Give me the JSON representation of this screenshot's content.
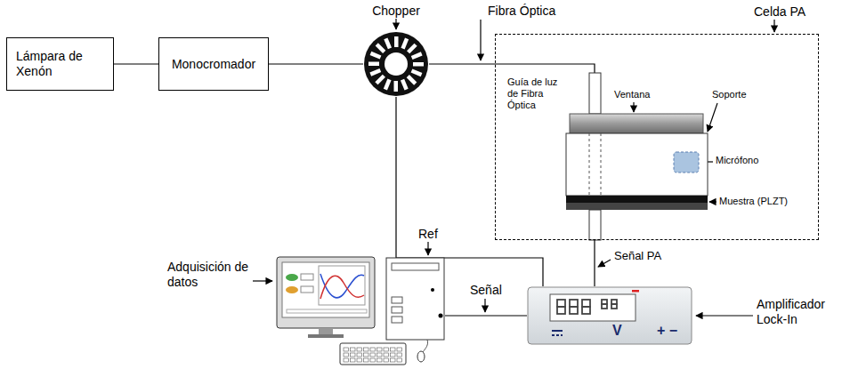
{
  "diagram": {
    "nodes": [
      {
        "text": [
          "Lámpara de Xenón"
        ]
      },
      {
        "text": [
          "Monocromador"
        ]
      },
      {
        "text": [
          "Chopper"
        ]
      },
      {
        "text": [
          "Celda PA"
        ]
      },
      {
        "text": [
          "Amplificador Lock-In"
        ]
      },
      {
        "text": [
          "Adquisición de datos"
        ]
      }
    ],
    "edges": [
      {
        "from": 0,
        "to": 1,
        "arrow": "none"
      },
      {
        "from": 1,
        "to": 2,
        "arrow": "none"
      },
      {
        "from": 2,
        "to": 3,
        "arrow": "none"
      },
      {
        "from": 2,
        "to": 4,
        "arrow": "none"
      },
      {
        "from": 3,
        "to": 4,
        "arrow": "none"
      },
      {
        "from": 4,
        "to": 5,
        "arrow": "none"
      }
    ],
    "labels": [
      "Fibra Óptica",
      "Guía de luz de Fibra Óptica",
      "Ventana",
      "Soporte",
      "Micrófono",
      "Muestra (PLZT)",
      "Ref",
      "Señal PA",
      "Señal",
      "V",
      "+ −"
    ]
  }
}
